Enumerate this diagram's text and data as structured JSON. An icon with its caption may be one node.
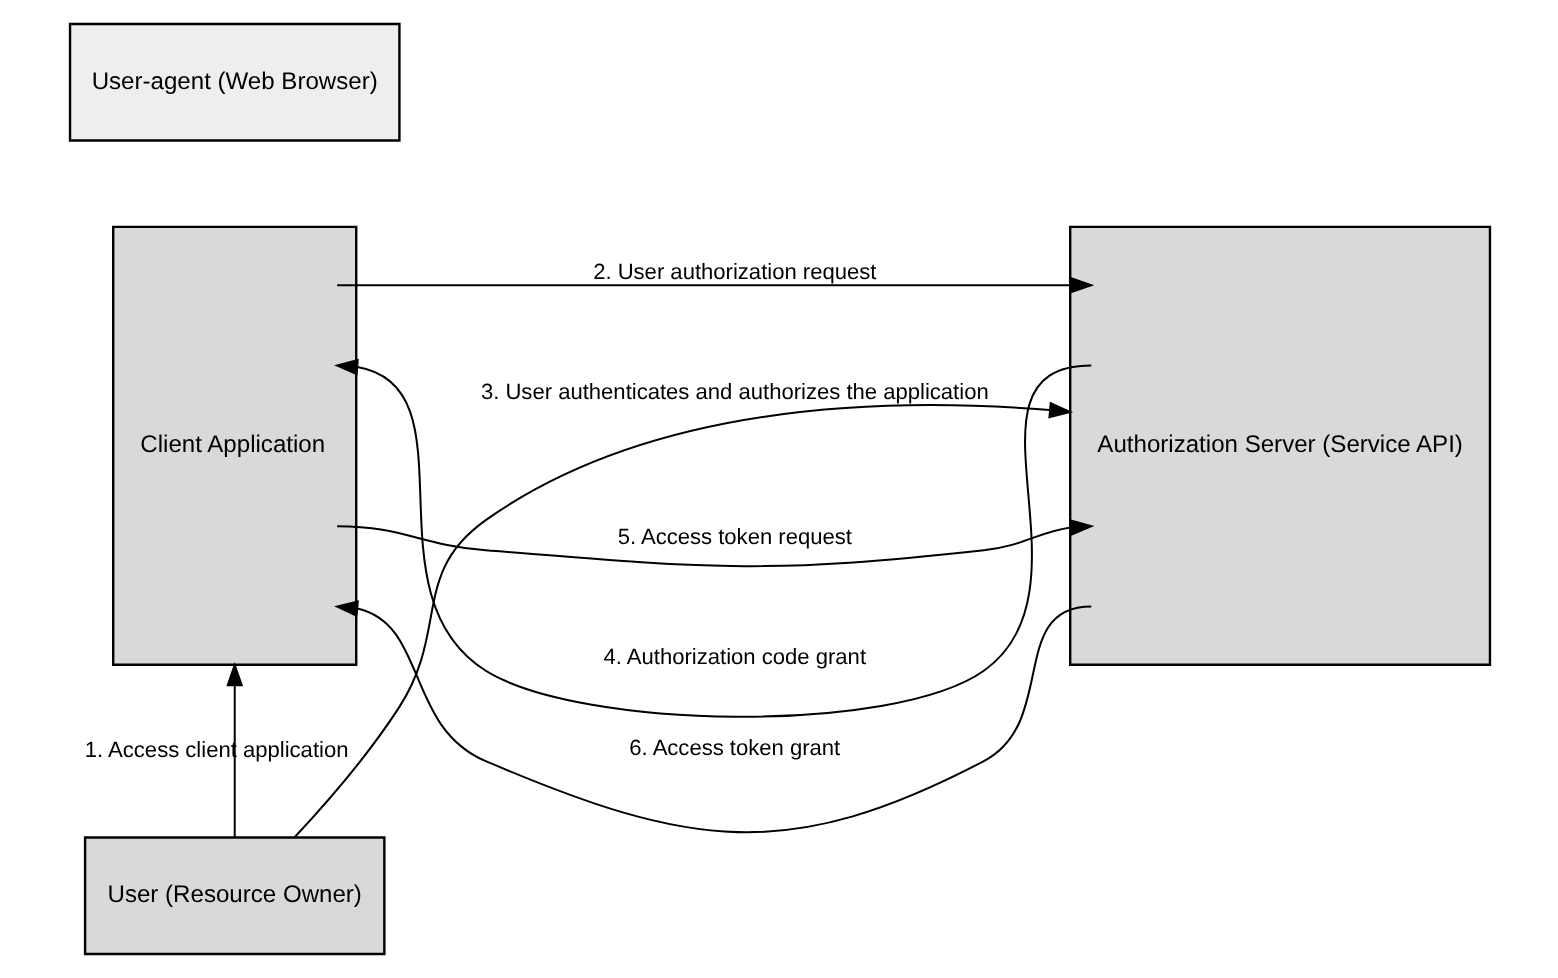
{
  "diagram": {
    "nodes": [
      {
        "text": [
          "User (Resource Owner)"
        ]
      },
      {
        "text": [
          "Client Application"
        ]
      },
      {
        "text": [
          "User-agent (Web Browser)"
        ]
      },
      {
        "text": [
          "Authorization Server (Service API)"
        ]
      }
    ],
    "edges": [
      {
        "from": 0,
        "to": 1,
        "arrow": "to",
        "label": "1. Access client application"
      },
      {
        "from": 1,
        "to": 3,
        "arrow": "to",
        "label": "2. User authorization request"
      },
      {
        "from": 0,
        "to": 3,
        "arrow": "to",
        "label": "3. User authenticates and authorizes the application"
      },
      {
        "from": 3,
        "to": 1,
        "arrow": "to",
        "label": "4. Authorization code grant"
      },
      {
        "from": 1,
        "to": 3,
        "arrow": "to",
        "label": "5. Access token request"
      },
      {
        "from": 3,
        "to": 1,
        "arrow": "to",
        "label": "6. Access token grant"
      }
    ]
  }
}
